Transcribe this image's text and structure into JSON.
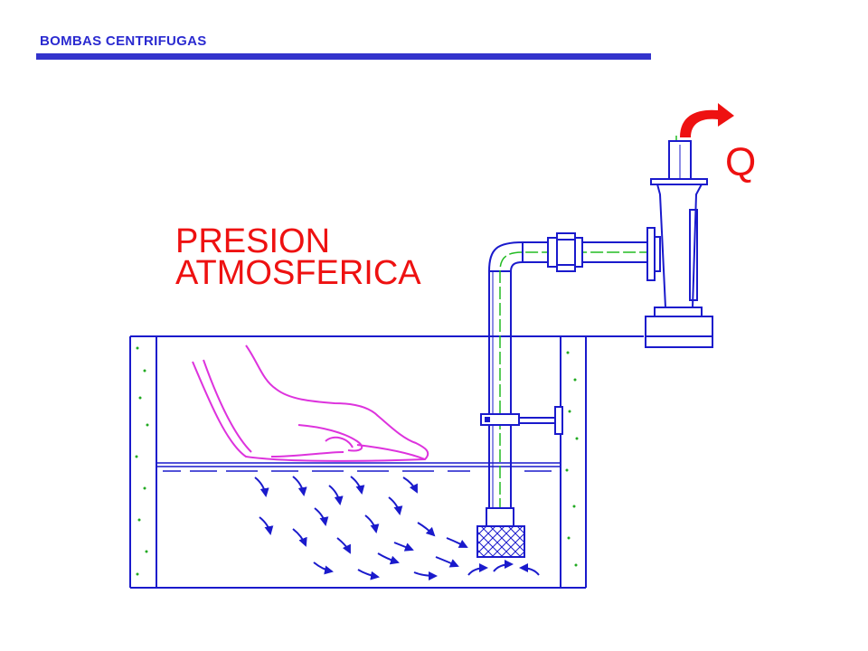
{
  "header": {
    "title": "BOMBAS CENTRIFUGAS",
    "rule_color": "#3333cc"
  },
  "labels": {
    "pressure_line1": "PRESION",
    "pressure_line2": "ATMOSFERICA",
    "flow": "Q"
  },
  "colors": {
    "label_red": "#ee1111",
    "pipe_blue": "#1a1acc",
    "axis_green": "#22bb22",
    "hand_magenta": "#dd33dd",
    "arrow_blue": "#1a1acc",
    "outflow_arrow_red": "#ee1111"
  },
  "icons": {
    "hand": "hand-icon",
    "flow_arrows": "curved-arrow-icon",
    "strainer": "mesh-strainer-icon",
    "outflow": "curved-arrow-icon"
  }
}
